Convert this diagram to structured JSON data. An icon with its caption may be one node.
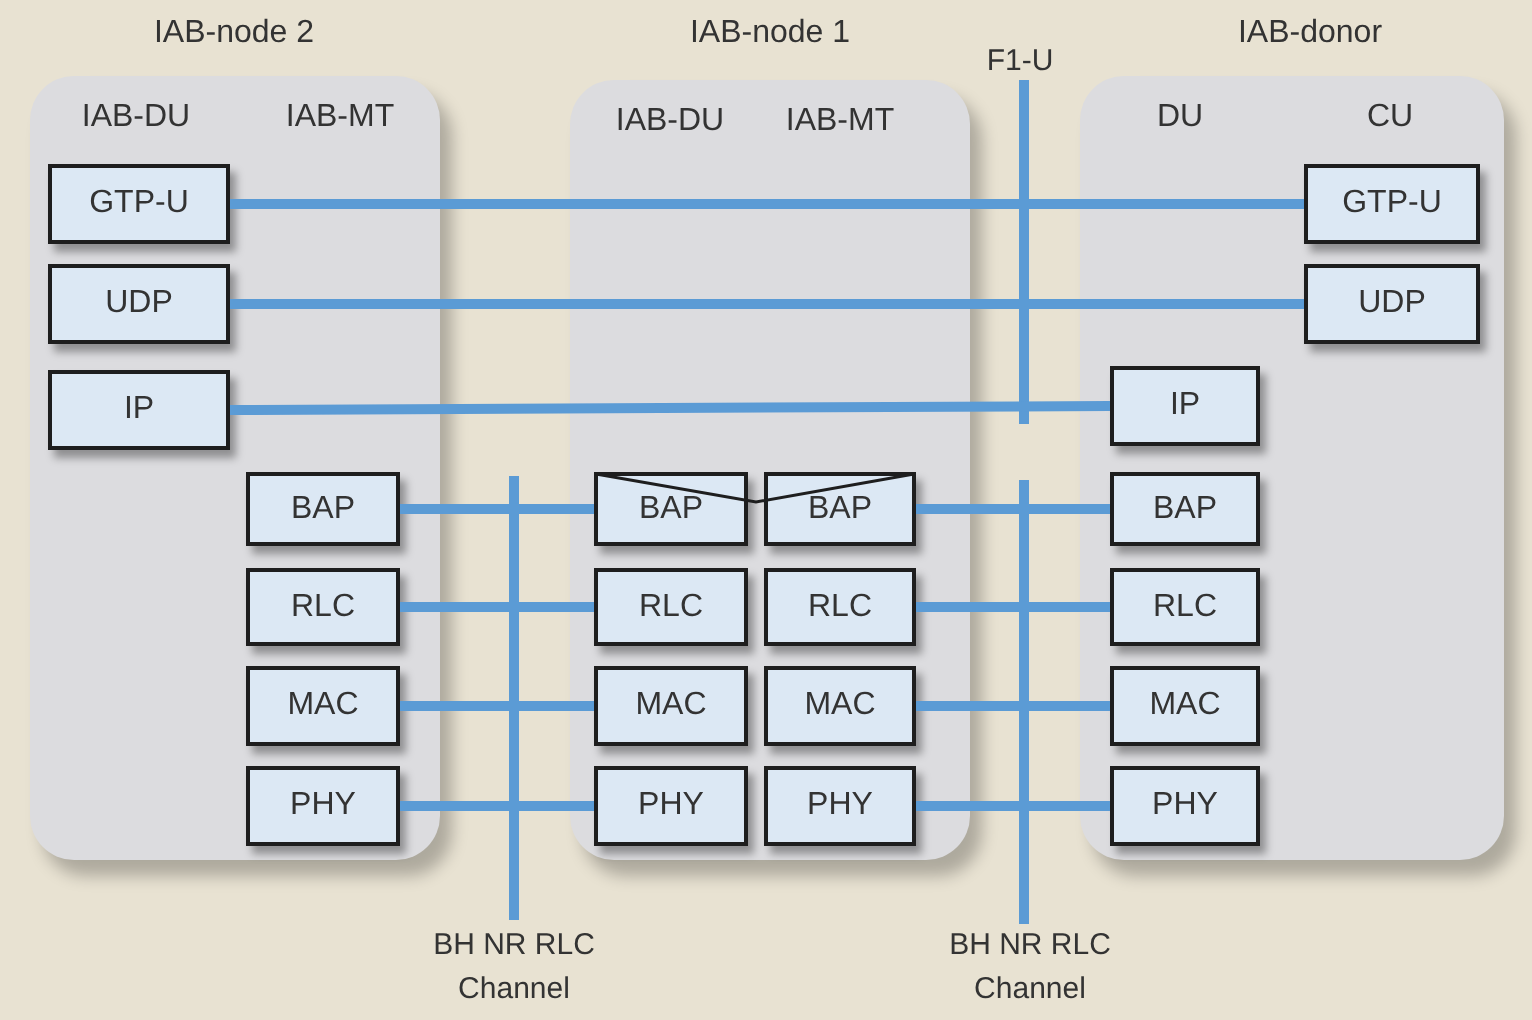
{
  "diagram": {
    "nodes": [
      {
        "text": [
          "IAB-node 2",
          "IAB-DU",
          "IAB-MT"
        ]
      },
      {
        "text": [
          "GTP-U"
        ],
        "in": 0
      },
      {
        "text": [
          "UDP"
        ],
        "in": 0
      },
      {
        "text": [
          "IP"
        ],
        "in": 0
      },
      {
        "text": [
          "BAP"
        ],
        "in": 0
      },
      {
        "text": [
          "RLC"
        ],
        "in": 0
      },
      {
        "text": [
          "MAC"
        ],
        "in": 0
      },
      {
        "text": [
          "PHY"
        ],
        "in": 0
      },
      {
        "text": [
          "IAB-node 1",
          "IAB-DU",
          "IAB-MT"
        ]
      },
      {
        "text": [
          "BAP"
        ],
        "in": 8
      },
      {
        "text": [
          "BAP"
        ],
        "in": 8
      },
      {
        "text": [
          "RLC"
        ],
        "in": 8
      },
      {
        "text": [
          "RLC"
        ],
        "in": 8
      },
      {
        "text": [
          "MAC"
        ],
        "in": 8
      },
      {
        "text": [
          "MAC"
        ],
        "in": 8
      },
      {
        "text": [
          "PHY"
        ],
        "in": 8
      },
      {
        "text": [
          "PHY"
        ],
        "in": 8
      },
      {
        "text": [
          "IAB-donor",
          "DU",
          "CU"
        ]
      },
      {
        "text": [
          "GTP-U"
        ],
        "in": 17
      },
      {
        "text": [
          "UDP"
        ],
        "in": 17
      },
      {
        "text": [
          "IP"
        ],
        "in": 17
      },
      {
        "text": [
          "BAP"
        ],
        "in": 17
      },
      {
        "text": [
          "RLC"
        ],
        "in": 17
      },
      {
        "text": [
          "MAC"
        ],
        "in": 17
      },
      {
        "text": [
          "PHY"
        ],
        "in": 17
      }
    ],
    "edges": [
      {
        "from": 1,
        "to": 18,
        "arrow": "none"
      },
      {
        "from": 2,
        "to": 19,
        "arrow": "none"
      },
      {
        "from": 3,
        "to": 20,
        "arrow": "none"
      },
      {
        "from": 4,
        "to": 9,
        "arrow": "none"
      },
      {
        "from": 5,
        "to": 11,
        "arrow": "none"
      },
      {
        "from": 6,
        "to": 13,
        "arrow": "none"
      },
      {
        "from": 7,
        "to": 15,
        "arrow": "none"
      },
      {
        "from": 10,
        "to": 21,
        "arrow": "none"
      },
      {
        "from": 12,
        "to": 22,
        "arrow": "none"
      },
      {
        "from": 14,
        "to": 23,
        "arrow": "none"
      },
      {
        "from": 16,
        "to": 24,
        "arrow": "none"
      },
      {
        "from": 9,
        "to": 10,
        "arrow": "none",
        "color": "#1e1e1e"
      }
    ],
    "labels": [
      "F1-U",
      "BH NR RLC Channel",
      "BH NR RLC Channel"
    ]
  }
}
